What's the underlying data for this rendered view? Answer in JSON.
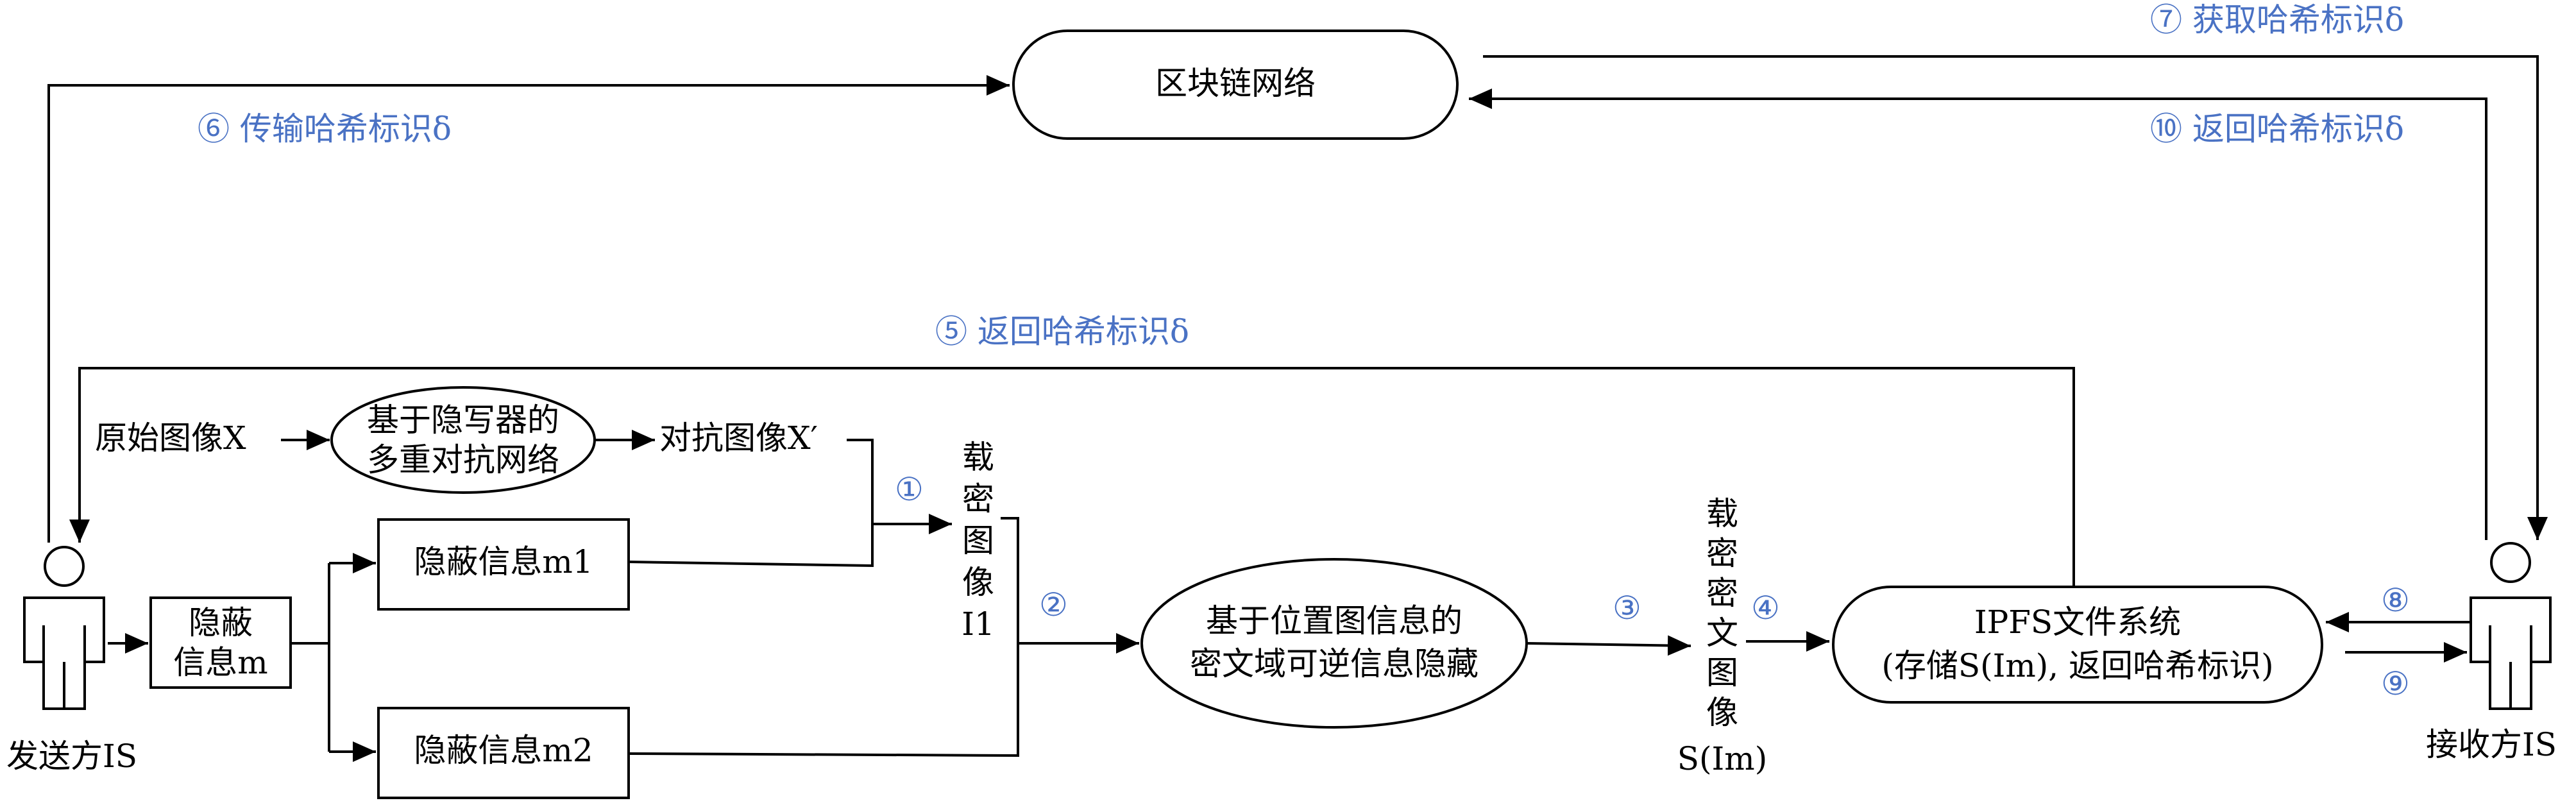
{
  "colors": {
    "step_text": "#4a72c4",
    "line": "#000000"
  },
  "nodes": {
    "blockchain": "区块链网络",
    "sender": "发送方IS",
    "receiver": "接收方IS",
    "original_image": "原始图像X",
    "adversarial_net": [
      "基于隐写器的",
      "多重对抗网络"
    ],
    "adversarial_image": "对抗图像X′",
    "secret_info": [
      "隐蔽",
      "信息m"
    ],
    "secret_m1": "隐蔽信息m1",
    "secret_m2": "隐蔽信息m2",
    "carrier_image": [
      "载",
      "密",
      "图",
      "像",
      "I1"
    ],
    "rdh": [
      "基于位置图信息的",
      "密文域可逆信息隐藏"
    ],
    "cipher_image": [
      "载",
      "密",
      "密",
      "文",
      "图",
      "像",
      "S(Im)"
    ],
    "ipfs": [
      "IPFS文件系统",
      "(存储S(Im), 返回哈希标识)"
    ]
  },
  "steps": {
    "s1": "①",
    "s2": "②",
    "s3": "③",
    "s4": "④",
    "s5": "⑤ 返回哈希标识δ",
    "s6": "⑥ 传输哈希标识δ",
    "s7": "⑦ 获取哈希标识δ",
    "s8": "⑧",
    "s9": "⑨",
    "s10": "⑩ 返回哈希标识δ"
  }
}
